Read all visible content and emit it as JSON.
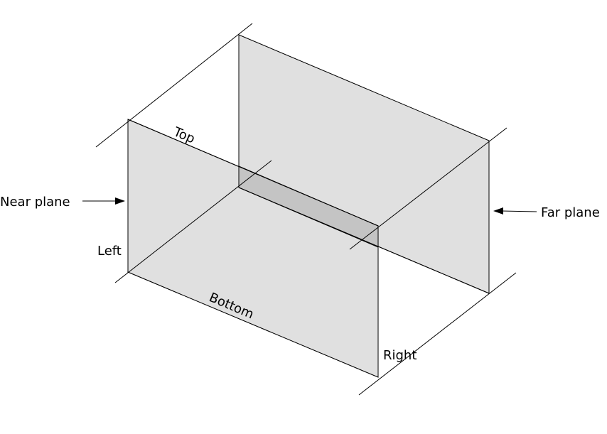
{
  "labels": {
    "near_plane": "Near plane",
    "far_plane": "Far plane",
    "top": "Top",
    "bottom": "Bottom",
    "left": "Left",
    "right": "Right"
  },
  "colors": {
    "plane_fill": "#e0e0e0",
    "overlap_fill": "#c4c4c4",
    "line": "#000000"
  }
}
